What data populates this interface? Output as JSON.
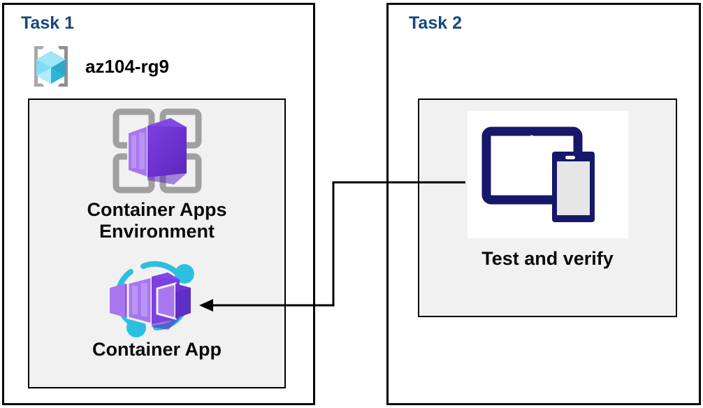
{
  "diagram": {
    "background_color": "#ffffff",
    "accent_color": "#16497a",
    "panel_border_color": "#000000",
    "inner_box_color": "#f1f1f1"
  },
  "task1": {
    "title": "Task 1",
    "resource_group": {
      "icon": "resource-group-icon",
      "name": "az104-rg9"
    },
    "nodes": [
      {
        "icon": "container-apps-environment-icon",
        "caption": "Container Apps\nEnvironment"
      },
      {
        "icon": "container-app-icon",
        "caption": "Container App"
      }
    ]
  },
  "task2": {
    "title": "Task 2",
    "nodes": [
      {
        "icon": "test-and-verify-devices-icon",
        "caption": "Test and verify"
      }
    ]
  },
  "connector": {
    "name": "test-to-container-app-arrow",
    "from": "test-and-verify-devices-icon",
    "to": "container-app-icon",
    "arrowhead": "left",
    "color": "#000000"
  }
}
